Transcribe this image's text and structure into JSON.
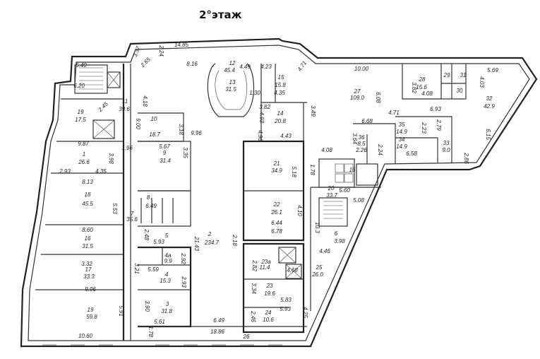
{
  "title": "2°этаж",
  "labels": [
    {
      "id": "l1",
      "t": "14.85"
    },
    {
      "id": "l2",
      "t": "2.24"
    },
    {
      "id": "l3",
      "t": "3.37"
    },
    {
      "id": "l4",
      "t": "2.65"
    },
    {
      "id": "l5",
      "t": "8.16"
    },
    {
      "id": "l6",
      "t": "12"
    },
    {
      "id": "l7",
      "t": "45.4"
    },
    {
      "id": "l8",
      "t": "4.49"
    },
    {
      "id": "l9",
      "t": "4.23"
    },
    {
      "id": "l10",
      "t": "13"
    },
    {
      "id": "l11",
      "t": "31.5"
    },
    {
      "id": "l12",
      "t": "15"
    },
    {
      "id": "l13",
      "t": "15.8"
    },
    {
      "id": "l14",
      "t": "1.30"
    },
    {
      "id": "l15",
      "t": "4.35"
    },
    {
      "id": "l16",
      "t": "4.71"
    },
    {
      "id": "l17",
      "t": "10.00"
    },
    {
      "id": "l18",
      "t": "5.69"
    },
    {
      "id": "l19",
      "t": "5.40"
    },
    {
      "id": "l20",
      "t": "6.20"
    },
    {
      "id": "l21",
      "t": "2.45"
    },
    {
      "id": "l22",
      "t": "11"
    },
    {
      "id": "l23",
      "t": "39.6"
    },
    {
      "id": "l24",
      "t": "10"
    },
    {
      "id": "l25",
      "t": "18.7"
    },
    {
      "id": "l26",
      "t": "9.00"
    },
    {
      "id": "l27",
      "t": "4.18"
    },
    {
      "id": "l28",
      "t": "9.96"
    },
    {
      "id": "l29",
      "t": "3.18"
    },
    {
      "id": "l30",
      "t": "4.93"
    },
    {
      "id": "l31",
      "t": "4.96"
    },
    {
      "id": "l32",
      "t": "3.82"
    },
    {
      "id": "l33",
      "t": "14"
    },
    {
      "id": "l34",
      "t": "20.8"
    },
    {
      "id": "l35",
      "t": "3.49"
    },
    {
      "id": "l36",
      "t": "4.43"
    },
    {
      "id": "l37",
      "t": "27"
    },
    {
      "id": "l38",
      "t": "109.0"
    },
    {
      "id": "l39",
      "t": "6.08"
    },
    {
      "id": "l40",
      "t": "3.82"
    },
    {
      "id": "l41",
      "t": "28"
    },
    {
      "id": "l42",
      "t": "15.6"
    },
    {
      "id": "l43",
      "t": "29"
    },
    {
      "id": "l44",
      "t": "31"
    },
    {
      "id": "l45",
      "t": "30"
    },
    {
      "id": "l46",
      "t": "4.03"
    },
    {
      "id": "l47",
      "t": "4.08"
    },
    {
      "id": "l48",
      "t": "32"
    },
    {
      "id": "l49",
      "t": "42.9"
    },
    {
      "id": "l50",
      "t": "6.93"
    },
    {
      "id": "l51",
      "t": "4.71"
    },
    {
      "id": "l52",
      "t": "6.15"
    },
    {
      "id": "l53",
      "t": "19"
    },
    {
      "id": "l54",
      "t": "17.5"
    },
    {
      "id": "l55",
      "t": "9.87"
    },
    {
      "id": "l56",
      "t": "1"
    },
    {
      "id": "l57",
      "t": "26.6"
    },
    {
      "id": "l58",
      "t": "3.98"
    },
    {
      "id": "l59",
      "t": "2.93"
    },
    {
      "id": "l60",
      "t": "4.35"
    },
    {
      "id": "l61",
      "t": "1.96"
    },
    {
      "id": "l62",
      "t": "5.67"
    },
    {
      "id": "l63",
      "t": "9"
    },
    {
      "id": "l64",
      "t": "31.4"
    },
    {
      "id": "l65",
      "t": "3.35"
    },
    {
      "id": "l66",
      "t": "6.68"
    },
    {
      "id": "l67",
      "t": "35"
    },
    {
      "id": "l68",
      "t": "14.9"
    },
    {
      "id": "l69",
      "t": "2.23"
    },
    {
      "id": "l70",
      "t": "2.79"
    },
    {
      "id": "l71",
      "t": "36"
    },
    {
      "id": "l72",
      "t": "8.5"
    },
    {
      "id": "l73",
      "t": "2.26"
    },
    {
      "id": "l74",
      "t": "3.64"
    },
    {
      "id": "l75",
      "t": "34"
    },
    {
      "id": "l76",
      "t": "14.9"
    },
    {
      "id": "l77",
      "t": "6.58"
    },
    {
      "id": "l78",
      "t": "33"
    },
    {
      "id": "l79",
      "t": "9.0"
    },
    {
      "id": "l80",
      "t": "2.86"
    },
    {
      "id": "l81",
      "t": "4.08"
    },
    {
      "id": "l82",
      "t": "2.24"
    },
    {
      "id": "l83",
      "t": "21"
    },
    {
      "id": "l84",
      "t": "34.9"
    },
    {
      "id": "l85",
      "t": "5.18"
    },
    {
      "id": "l86",
      "t": "1.78"
    },
    {
      "id": "l87",
      "t": "16"
    },
    {
      "id": "l88",
      "t": "8.13"
    },
    {
      "id": "l89",
      "t": "18"
    },
    {
      "id": "l90",
      "t": "45.5"
    },
    {
      "id": "l91",
      "t": "5.53"
    },
    {
      "id": "l92",
      "t": "8"
    },
    {
      "id": "l93",
      "t": "6.49"
    },
    {
      "id": "l94",
      "t": "5.60"
    },
    {
      "id": "l95",
      "t": "20"
    },
    {
      "id": "l96",
      "t": "33.7"
    },
    {
      "id": "l97",
      "t": "5.08"
    },
    {
      "id": "l98",
      "t": "22"
    },
    {
      "id": "l99",
      "t": "26.1"
    },
    {
      "id": "l100",
      "t": "4.10"
    },
    {
      "id": "l101",
      "t": "7"
    },
    {
      "id": "l102",
      "t": "35.6"
    },
    {
      "id": "l103",
      "t": "8.60"
    },
    {
      "id": "l104",
      "t": "16"
    },
    {
      "id": "l105",
      "t": "31.5"
    },
    {
      "id": "l106",
      "t": "2.48"
    },
    {
      "id": "l107",
      "t": "5"
    },
    {
      "id": "l108",
      "t": "5.93"
    },
    {
      "id": "l109",
      "t": "21.43"
    },
    {
      "id": "l110",
      "t": "2"
    },
    {
      "id": "l111",
      "t": "234.7"
    },
    {
      "id": "l112",
      "t": "2.18"
    },
    {
      "id": "l113",
      "t": "6.78"
    },
    {
      "id": "l114",
      "t": "6.44"
    },
    {
      "id": "l115",
      "t": "10.3"
    },
    {
      "id": "l116",
      "t": "6"
    },
    {
      "id": "l117",
      "t": "4.46"
    },
    {
      "id": "l118",
      "t": "3.98"
    },
    {
      "id": "l119",
      "t": "4a"
    },
    {
      "id": "l120",
      "t": "9.9"
    },
    {
      "id": "l121",
      "t": "2.92"
    },
    {
      "id": "l122",
      "t": "3.32"
    },
    {
      "id": "l123",
      "t": "5.59"
    },
    {
      "id": "l124",
      "t": "3.21"
    },
    {
      "id": "l125",
      "t": "23a"
    },
    {
      "id": "l126",
      "t": "11.4"
    },
    {
      "id": "l127",
      "t": "2.82"
    },
    {
      "id": "l128",
      "t": "4.68"
    },
    {
      "id": "l129",
      "t": "25"
    },
    {
      "id": "l130",
      "t": "26.0"
    },
    {
      "id": "l131",
      "t": "17"
    },
    {
      "id": "l132",
      "t": "33.3"
    },
    {
      "id": "l133",
      "t": "4"
    },
    {
      "id": "l134",
      "t": "15.3"
    },
    {
      "id": "l135",
      "t": "2.93"
    },
    {
      "id": "l136",
      "t": "3.34"
    },
    {
      "id": "l137",
      "t": "23"
    },
    {
      "id": "l138",
      "t": "19.6"
    },
    {
      "id": "l139",
      "t": "9.96"
    },
    {
      "id": "l140",
      "t": "3.90"
    },
    {
      "id": "l141",
      "t": "3"
    },
    {
      "id": "l142",
      "t": "31.8"
    },
    {
      "id": "l143",
      "t": "5.83"
    },
    {
      "id": "l144",
      "t": "2.46"
    },
    {
      "id": "l145",
      "t": "24"
    },
    {
      "id": "l146",
      "t": "10.6"
    },
    {
      "id": "l147",
      "t": "5.93"
    },
    {
      "id": "l148",
      "t": "4.25"
    },
    {
      "id": "l149",
      "t": "19"
    },
    {
      "id": "l150",
      "t": "59.8"
    },
    {
      "id": "l151",
      "t": "5.91"
    },
    {
      "id": "l152",
      "t": "5.61"
    },
    {
      "id": "l153",
      "t": "6.49"
    },
    {
      "id": "l154",
      "t": "18.86"
    },
    {
      "id": "l155",
      "t": "26"
    },
    {
      "id": "l156",
      "t": "1.78"
    },
    {
      "id": "l157",
      "t": "10.60"
    }
  ]
}
